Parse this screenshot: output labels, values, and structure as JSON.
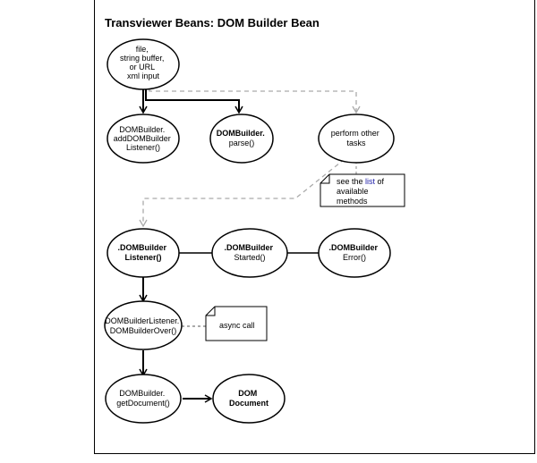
{
  "title": "Transviewer Beans: DOM Builder Bean",
  "nodes": {
    "input": {
      "lines": [
        "file,",
        "string buffer,",
        "or URL",
        "xml input"
      ]
    },
    "add_listener": {
      "lines": [
        "DOMBuilder.",
        "addDOMBuilder",
        "Listener()"
      ]
    },
    "parse": {
      "lines": [
        "DOMBuilder.",
        "parse()"
      ]
    },
    "perform": {
      "lines": [
        "perform other",
        "tasks"
      ]
    },
    "note_methods": {
      "lines": [
        "see the ",
        "list",
        " of",
        "available",
        "methods"
      ]
    },
    "listener": {
      "lines": [
        ".DOMBuilder",
        "Listener()"
      ]
    },
    "started": {
      "lines": [
        ".DOMBuilder",
        "Started()"
      ]
    },
    "error": {
      "lines": [
        ".DOMBuilder",
        "Error()"
      ]
    },
    "over": {
      "lines": [
        "DOMBuilderListener.",
        "DOMBuilderOver()"
      ]
    },
    "note_async": {
      "lines": [
        "async call"
      ]
    },
    "get_document": {
      "lines": [
        "DOMBuilder.",
        "getDocument()"
      ]
    },
    "dom_document": {
      "lines": [
        "DOM",
        "Document"
      ]
    }
  },
  "colors": {
    "line": "#000000",
    "dashed": "#aaaaaa",
    "link": "#2222aa"
  }
}
